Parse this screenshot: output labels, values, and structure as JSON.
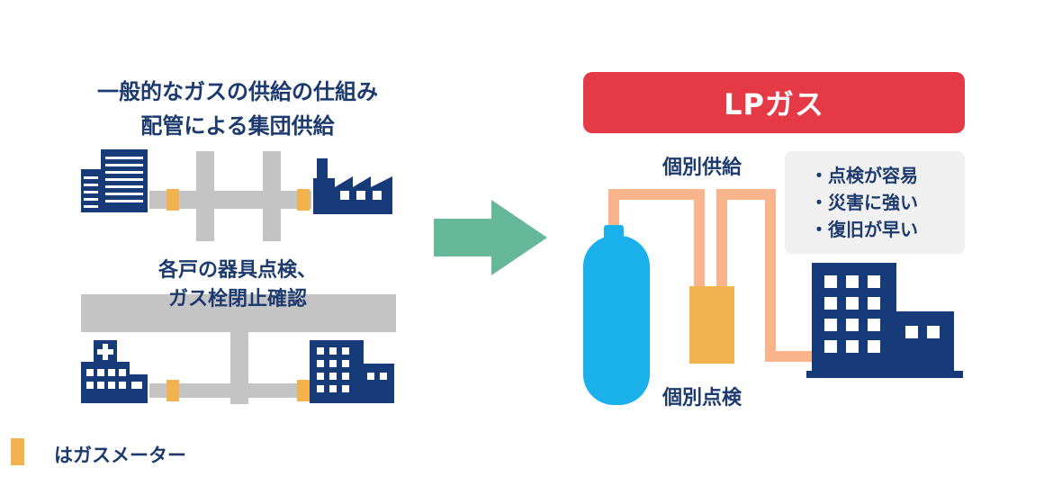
{
  "left": {
    "title": "一般的なガスの供給の仕組み",
    "subtitle": "配管による集団供給",
    "inspection_line1": "各戸の器具点検、",
    "inspection_line2": "ガス栓閉止確認"
  },
  "right": {
    "banner": "LPガス",
    "individual_supply": "個別供給",
    "individual_inspection": "個別点検",
    "benefits": [
      "・点検が容易",
      "・災害に強い",
      "・復旧が早い"
    ]
  },
  "legend": {
    "label": "はガスメーター"
  },
  "colors": {
    "navy": "#173a78",
    "pipe_gray": "#c4c4c4",
    "meter": "#f2b24f",
    "arrow": "#66b89a",
    "lp_red": "#e63946",
    "cylinder": "#1ab0ec",
    "lp_pipe": "#f9b48b"
  }
}
